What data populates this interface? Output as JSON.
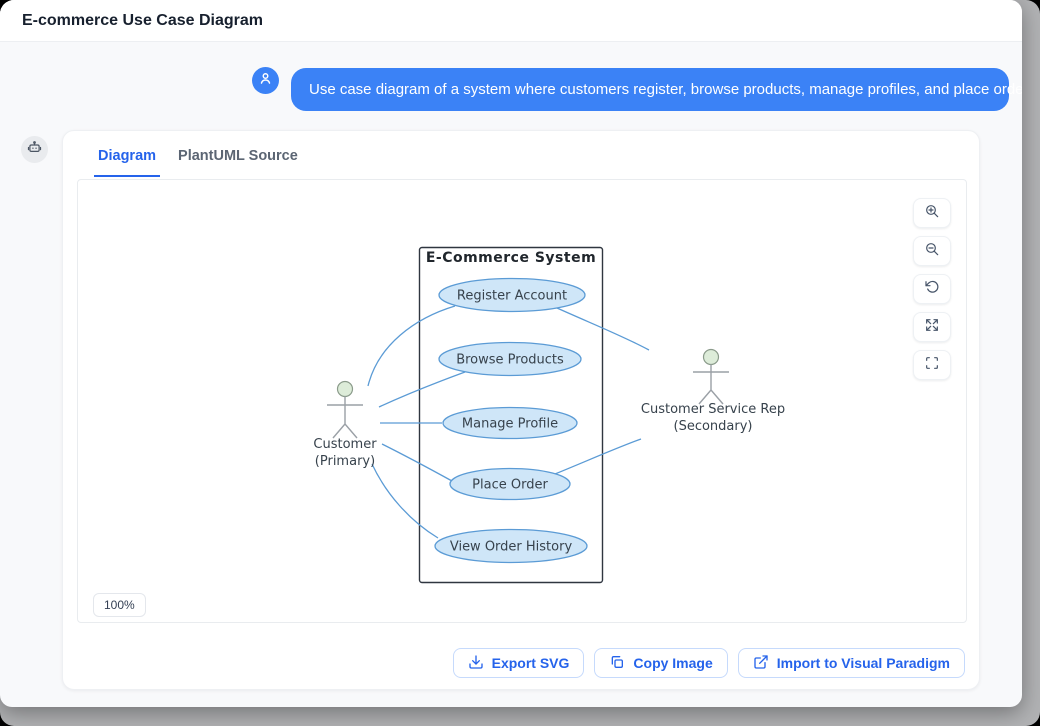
{
  "window": {
    "title": "E-commerce Use Case Diagram"
  },
  "chat": {
    "user_message": "Use case diagram of a system where customers register, browse products, manage profiles, and place orders."
  },
  "panel": {
    "tabs": [
      {
        "label": "Diagram"
      },
      {
        "label": "PlantUML Source"
      }
    ],
    "active_tab": "Diagram",
    "zoom_level": "100%",
    "controls": [
      {
        "name": "zoom-in"
      },
      {
        "name": "zoom-out"
      },
      {
        "name": "reset-view"
      },
      {
        "name": "expand"
      },
      {
        "name": "fullscreen"
      }
    ],
    "actions": [
      {
        "label": "Export SVG",
        "icon": "download-icon"
      },
      {
        "label": "Copy Image",
        "icon": "copy-icon"
      },
      {
        "label": "Import to Visual Paradigm",
        "icon": "external-link-icon"
      }
    ]
  },
  "diagram": {
    "system_title": "E-Commerce System",
    "use_cases": [
      "Register Account",
      "Browse Products",
      "Manage Profile",
      "Place Order",
      "View Order History"
    ],
    "actors": [
      {
        "name": "Customer",
        "role": "(Primary)"
      },
      {
        "name": "Customer Service Rep",
        "role": "(Secondary)"
      }
    ],
    "associations": [
      {
        "from": "Customer",
        "to": "Register Account"
      },
      {
        "from": "Customer",
        "to": "Browse Products"
      },
      {
        "from": "Customer",
        "to": "Manage Profile"
      },
      {
        "from": "Customer",
        "to": "Place Order"
      },
      {
        "from": "Customer",
        "to": "View Order History"
      },
      {
        "from": "Register Account",
        "to": "Customer Service Rep"
      },
      {
        "from": "Place Order",
        "to": "Customer Service Rep"
      }
    ],
    "colors": {
      "usecase_fill": "#cfe6f8",
      "usecase_stroke": "#5b9bd5",
      "association": "#5b9bd5",
      "actor_head_fill": "#ddecd9",
      "actor_stroke": "#9aa0a6",
      "system_border": "#2f3640",
      "accent_blue": "#3b82f6",
      "button_blue": "#2563eb"
    }
  }
}
